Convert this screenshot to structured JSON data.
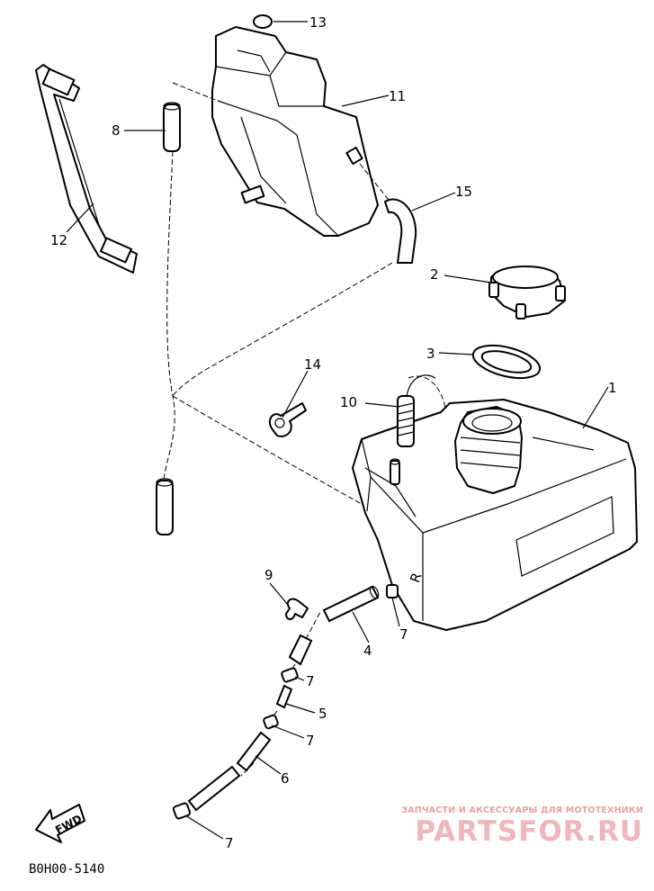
{
  "diagram": {
    "code": "B0H00-5140",
    "fwd_label": "FWD",
    "callouts": [
      {
        "id": "c13",
        "text": "13"
      },
      {
        "id": "c11",
        "text": "11"
      },
      {
        "id": "c8",
        "text": "8"
      },
      {
        "id": "c12",
        "text": "12"
      },
      {
        "id": "c15",
        "text": "15"
      },
      {
        "id": "c2",
        "text": "2"
      },
      {
        "id": "c3",
        "text": "3"
      },
      {
        "id": "c14",
        "text": "14"
      },
      {
        "id": "c10",
        "text": "10"
      },
      {
        "id": "c1",
        "text": "1"
      },
      {
        "id": "c9",
        "text": "9"
      },
      {
        "id": "c4",
        "text": "4"
      },
      {
        "id": "c7a",
        "text": "7"
      },
      {
        "id": "c7b",
        "text": "7"
      },
      {
        "id": "c5",
        "text": "5"
      },
      {
        "id": "c7c",
        "text": "7"
      },
      {
        "id": "c6",
        "text": "6"
      },
      {
        "id": "c7d",
        "text": "7"
      }
    ],
    "tank_mark": "R"
  },
  "watermark": {
    "tagline": "ЗАПЧАСТИ И АКСЕССУАРЫ ДЛЯ МОТОТЕХНИКИ",
    "logo": "PARTSFOR.RU",
    "color": "#f0b6bb"
  }
}
